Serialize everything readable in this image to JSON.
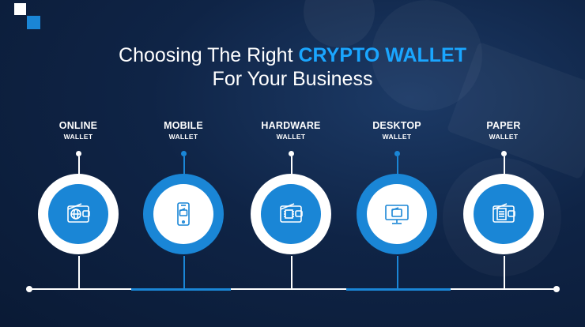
{
  "title": {
    "prefix": "Choosing The Right ",
    "highlight": "CRYPTO WALLET",
    "line2": "For Your Business"
  },
  "items": [
    {
      "name": "ONLINE",
      "sub": "WALLET",
      "icon": "globe-wallet-icon",
      "style": "light"
    },
    {
      "name": "MOBILE",
      "sub": "WALLET",
      "icon": "phone-wallet-icon",
      "style": "dark"
    },
    {
      "name": "HARDWARE",
      "sub": "WALLET",
      "icon": "chip-wallet-icon",
      "style": "light"
    },
    {
      "name": "DESKTOP",
      "sub": "WALLET",
      "icon": "monitor-wallet-icon",
      "style": "dark"
    },
    {
      "name": "PAPER",
      "sub": "WALLET",
      "icon": "document-wallet-icon",
      "style": "light"
    }
  ],
  "colors": {
    "accent": "#1aa6ff",
    "brand_blue": "#1a86d6",
    "background": "#0f2446",
    "white": "#ffffff"
  }
}
